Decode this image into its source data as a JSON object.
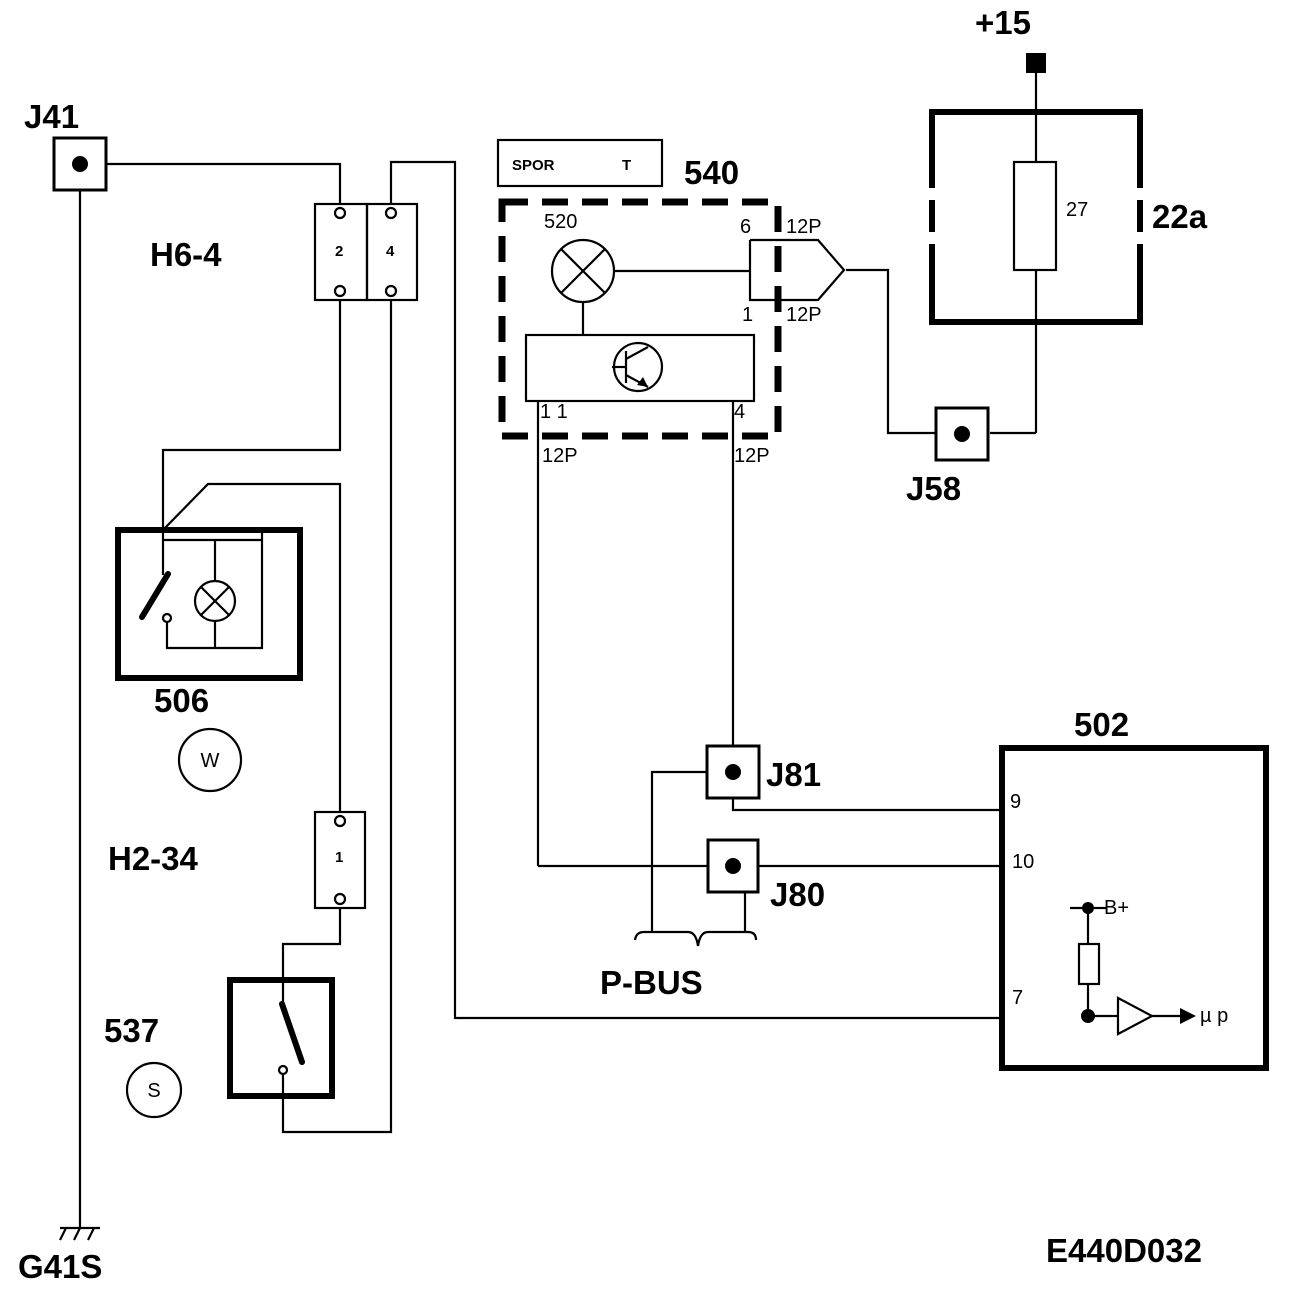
{
  "labels": {
    "supply": "+15",
    "ground": "G41S",
    "diagram_code": "E440D032",
    "bus": "P-BUS"
  },
  "junctions": {
    "j41": "J41",
    "j58": "J58",
    "j80": "J80",
    "j81": "J81"
  },
  "connectors": {
    "h6_4": {
      "name": "H6-4",
      "pins": [
        "2",
        "4"
      ]
    },
    "h2_34": {
      "name": "H2-34",
      "pins": [
        "1"
      ]
    }
  },
  "components": {
    "c540": {
      "id": "540",
      "lamp": "520",
      "pin_top": "6",
      "pin_bottom": "1",
      "pin_left": "1 1",
      "pin_right": "4",
      "conn": "12P"
    },
    "sport_label": {
      "left": "SPOR",
      "right": "T"
    },
    "c22a": {
      "id": "22a",
      "fuse": "27"
    },
    "c506": {
      "id": "506",
      "symbol": "W"
    },
    "c537": {
      "id": "537",
      "symbol": "S"
    },
    "c502": {
      "id": "502",
      "pin9": "9",
      "pin10": "10",
      "pin7": "7",
      "bplus": "B+",
      "mp": "µ p"
    }
  }
}
